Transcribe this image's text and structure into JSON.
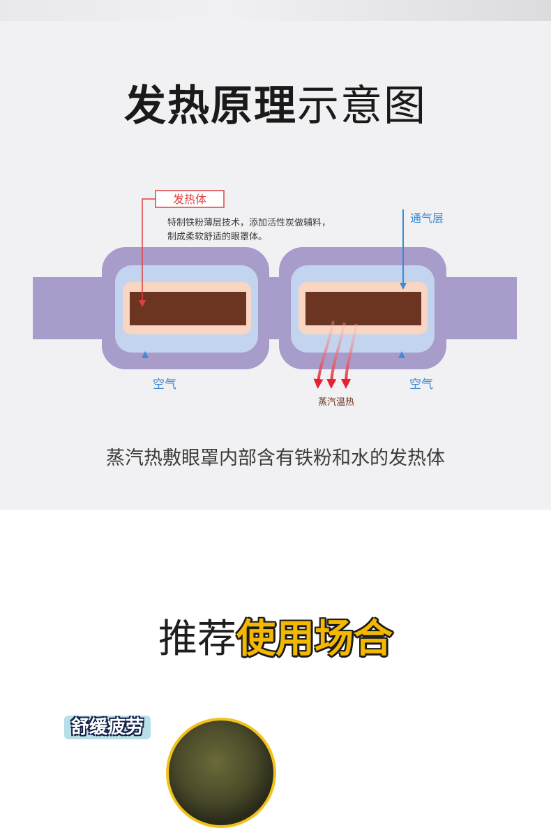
{
  "title": {
    "bold": "发热原理",
    "light": "示意图"
  },
  "diagram": {
    "heater_label": "发热体",
    "heater_desc_line1": "特制铁粉薄层技术，添加活性炭做辅料，",
    "heater_desc_line2": "制成柔软舒适的眼罩体。",
    "vent_label": "通气层",
    "air_left": "空气",
    "air_right": "空气",
    "steam_label": "蒸汽温热"
  },
  "caption": "蒸汽热敷眼罩内部含有铁粉和水的发热体",
  "section": {
    "title_thin": "推荐",
    "title_highlight": "使用场合"
  },
  "scenario": {
    "badge": "舒缓疲劳"
  },
  "colors": {
    "outer_layer": "#a79cca",
    "vent_layer": "#c3d4ef",
    "inner_layer": "#f8d6c3",
    "heater_core": "#6b3522",
    "air_arrow": "#3e8ad3",
    "steam_arrow": "#e62230",
    "label_red": "#e04040",
    "highlight_yellow": "#f5b800"
  },
  "icons": [
    "air-arrow-icon",
    "steam-arrow-icon",
    "pointer-arrow-icon"
  ]
}
